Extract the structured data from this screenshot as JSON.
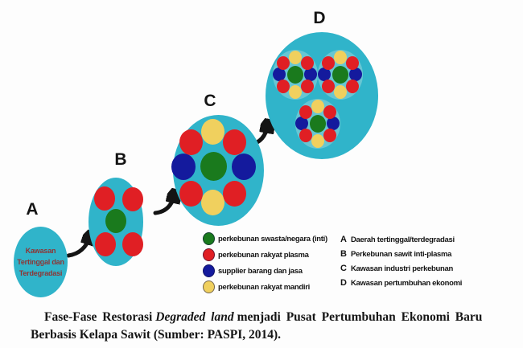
{
  "figure": {
    "phases": [
      {
        "label": "A",
        "circle_lines": [
          "Kawasan",
          "Tertinggal dan",
          "Terdegradasi"
        ]
      },
      {
        "label": "B"
      },
      {
        "label": "C"
      },
      {
        "label": "D"
      }
    ],
    "legend_colors": [
      {
        "color_name": "green",
        "label": "perkebunan swasta/negara (inti)"
      },
      {
        "color_name": "red",
        "label": "perkebunan rakyat plasma"
      },
      {
        "color_name": "blue",
        "label": "supplier barang dan jasa"
      },
      {
        "color_name": "yellow",
        "label": "perkebunan rakyat mandiri"
      }
    ],
    "legend_letters": [
      {
        "letter": "A",
        "label": "Daerah tertinggal/terdegradasi"
      },
      {
        "letter": "B",
        "label": "Perkebunan sawit inti-plasma"
      },
      {
        "letter": "C",
        "label": "Kawasan industri perkebunan"
      },
      {
        "letter": "D",
        "label": "Kawasan pertumbuhan ekonomi"
      }
    ],
    "caption": {
      "line1_before_italic": "Fase-Fase Restorasi",
      "line1_italic": "Degraded land",
      "line1_after_italic": "menjadi Pusat Pertumbuhan Ekonomi Baru",
      "line2": "Berbasis Kelapa Sawit (Sumber: PASPI, 2014)."
    }
  },
  "palette": {
    "background": "#fdfdfd",
    "cyan": "#30b4ca",
    "cyan_light": "#67c6d3",
    "green": "#1a7a1d",
    "red": "#e01f24",
    "blue": "#141a9d",
    "yellow": "#f0d05e",
    "arrow_black": "#141414",
    "label_black": "#141414",
    "circle_a_text": "#8e3434",
    "legend_text": "#141414",
    "caption_text": "#151515"
  }
}
